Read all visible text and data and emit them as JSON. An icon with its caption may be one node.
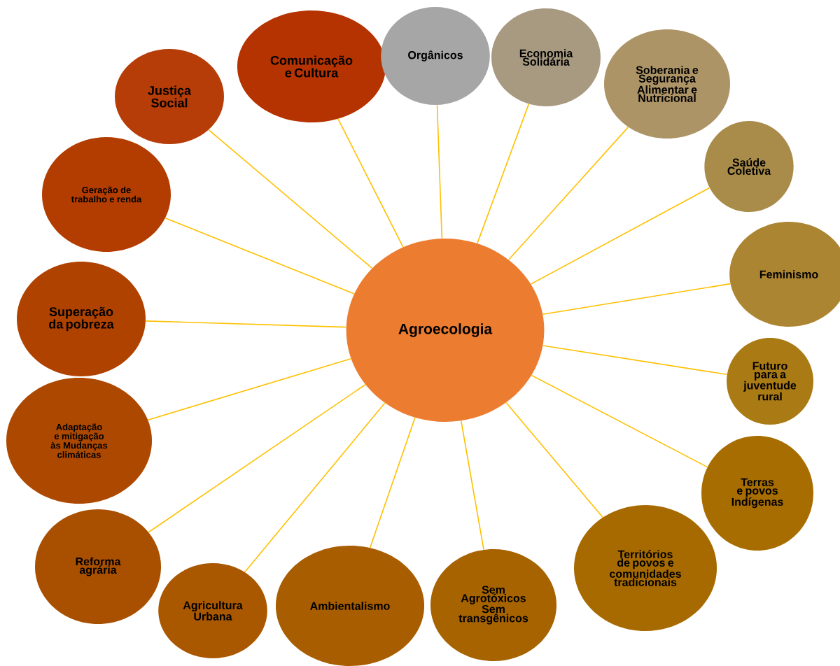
{
  "diagram": {
    "nodes": [
      {
        "text": [
          "Agroecologia"
        ]
      },
      {
        "text": [
          "Justiça Social"
        ]
      },
      {
        "text": [
          "Comunicação e Cultura"
        ]
      },
      {
        "text": [
          "Orgânicos"
        ]
      },
      {
        "text": [
          "Economia Solidária"
        ]
      },
      {
        "text": [
          "Soberania e Segurança Alimentar e Nutricional"
        ]
      },
      {
        "text": [
          "Saúde Coletiva"
        ]
      },
      {
        "text": [
          "Feminismo"
        ]
      },
      {
        "text": [
          "Futuro para a juventude rural"
        ]
      },
      {
        "text": [
          "Terras e povos Indígenas"
        ]
      },
      {
        "text": [
          "Territórios de povos e comunidades tradicionais"
        ]
      },
      {
        "text": [
          "Sem Agrotóxicos Sem transgênicos"
        ]
      },
      {
        "text": [
          "Ambientalismo"
        ]
      },
      {
        "text": [
          "Agricultura Urbana"
        ]
      },
      {
        "text": [
          "Reforma agrária"
        ]
      },
      {
        "text": [
          "Adaptação e mitigação às Mudanças climáticas"
        ]
      },
      {
        "text": [
          "Superação da pobreza"
        ]
      },
      {
        "text": [
          "Geração de trabalho e renda"
        ]
      }
    ],
    "edges": [
      {
        "from": 0,
        "to": 1,
        "arrow": "none"
      },
      {
        "from": 0,
        "to": 2,
        "arrow": "none"
      },
      {
        "from": 0,
        "to": 3,
        "arrow": "none"
      },
      {
        "from": 0,
        "to": 4,
        "arrow": "none"
      },
      {
        "from": 0,
        "to": 5,
        "arrow": "none"
      },
      {
        "from": 0,
        "to": 6,
        "arrow": "none"
      },
      {
        "from": 0,
        "to": 7,
        "arrow": "none"
      },
      {
        "from": 0,
        "to": 8,
        "arrow": "none"
      },
      {
        "from": 0,
        "to": 9,
        "arrow": "none"
      },
      {
        "from": 0,
        "to": 10,
        "arrow": "none"
      },
      {
        "from": 0,
        "to": 11,
        "arrow": "none"
      },
      {
        "from": 0,
        "to": 12,
        "arrow": "none"
      },
      {
        "from": 0,
        "to": 13,
        "arrow": "none"
      },
      {
        "from": 0,
        "to": 14,
        "arrow": "none"
      },
      {
        "from": 0,
        "to": 15,
        "arrow": "none"
      },
      {
        "from": 0,
        "to": 16,
        "arrow": "none"
      },
      {
        "from": 0,
        "to": 17,
        "arrow": "none"
      }
    ]
  }
}
